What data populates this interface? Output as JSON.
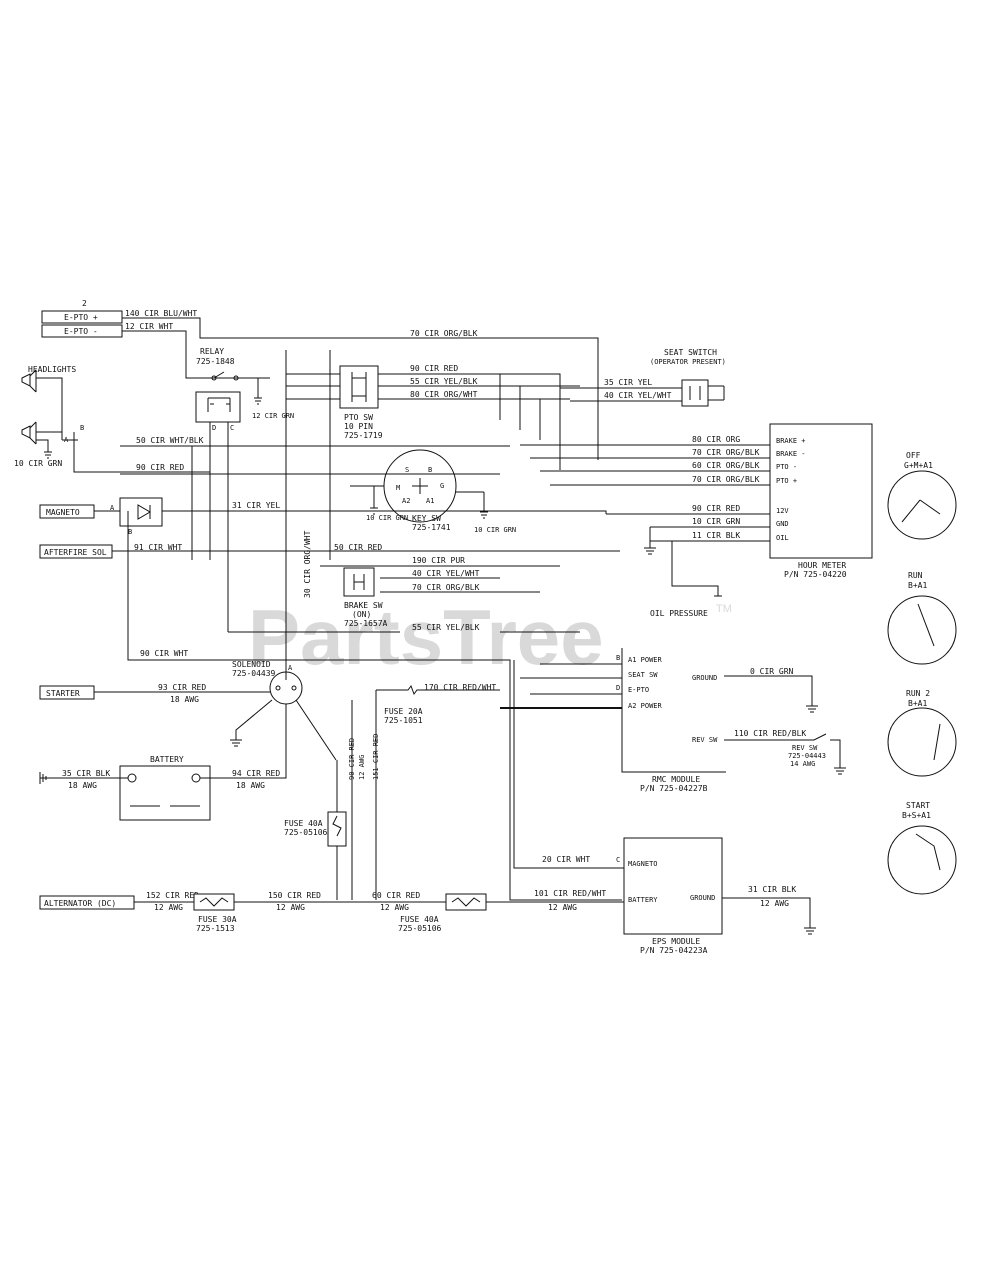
{
  "watermark": {
    "text": "PartsTree",
    "tm": "TM"
  },
  "top_left": {
    "num": "2",
    "eptoplus": "E-PTO +",
    "eptominus": "E-PTO -",
    "w1": "140 CIR BLU/WHT",
    "w2": "12 CIR WHT"
  },
  "headlights": {
    "label": "HEADLIGHTS",
    "wire": "10 CIR GRN",
    "pin_a": "A",
    "pin_b": "B"
  },
  "relay": {
    "label": "RELAY",
    "pn": "725-1848",
    "w": "12 CIR GRN",
    "pin_d": "D",
    "pin_c": "C"
  },
  "wires_top": {
    "w70a": "70 CIR ORG/BLK",
    "w90a": "90 CIR RED",
    "w55a": "55 CIR YEL/BLK",
    "w80": "80 CIR ORG/WHT",
    "w35": "35 CIR YEL",
    "w40": "40 CIR YEL/WHT"
  },
  "pto_sw": {
    "label": "PTO SW",
    "tag": "10 PIN",
    "pn": "725-1719"
  },
  "seat_switch": {
    "label": "SEAT SWITCH",
    "sub": "(OPERATOR PRESENT)"
  },
  "hour_meter": {
    "pins": [
      "BRAKE +",
      "BRAKE -",
      "PTO -",
      "PTO +",
      "12V",
      "GND",
      "OIL"
    ],
    "title": "HOUR METER",
    "pn": "P/N 725-04220"
  },
  "hm_wires": {
    "w1": "80 CIR ORG",
    "w2": "70 CIR ORG/BLK",
    "w3": "60 CIR ORG/BLK",
    "w4": "70 CIR ORG/BLK",
    "w5": "90 CIR RED",
    "w6": "10 CIR GRN",
    "w7": "11 CIR BLK"
  },
  "left_wires": {
    "w50": "50 CIR WHT/BLK",
    "w90": "90 CIR RED",
    "w31": "31 CIR YEL",
    "w91": "91 CIR WHT",
    "w90b": "90 CIR WHT",
    "w30": "30 CIR ORG/WHT"
  },
  "magneto": {
    "label": "MAGNETO",
    "pin": "A"
  },
  "afterfire": {
    "label": "AFTERFIRE SOL",
    "pin": "A",
    "pin_b": "B"
  },
  "key_sw": {
    "label": "KEY SW",
    "pn": "725-1741",
    "w1": "10 CIR GRN",
    "w2": "10 CIR GRN"
  },
  "mid_wires": {
    "w50": "50 CIR RED",
    "w190": "190 CIR PUR",
    "w40": "40 CIR YEL/WHT",
    "w70": "70 CIR ORG/BLK",
    "w55": "55 CIR YEL/BLK"
  },
  "brake_sw": {
    "label": "BRAKE SW",
    "tag": "(ON)",
    "pn": "725-1657A"
  },
  "oil_pressure": {
    "label": "OIL PRESSURE"
  },
  "rmc": {
    "pins": [
      "A1 POWER",
      "SEAT SW",
      "E-PTO",
      "A2 POWER"
    ],
    "pin_letters": [
      "B",
      "",
      "D",
      ""
    ],
    "ground": "GROUND",
    "rev_sw_pin": "REV SW",
    "title": "RMC MODULE",
    "pn": "P/N 725-04227B"
  },
  "rmc_wires": {
    "w0": "0 CIR GRN",
    "w110": "110 CIR RED/BLK",
    "rev_label": "REV SW",
    "rev_pn": "725-04443",
    "rev_awg": "14 AWG"
  },
  "solenoid": {
    "label": "SOLENOID",
    "pn": "725-04439",
    "pin_a": "A"
  },
  "starter": {
    "label": "STARTER",
    "w": "93 CIR RED",
    "awg": "18 AWG"
  },
  "battery": {
    "label": "BATTERY",
    "w1": "35 CIR BLK",
    "awg1": "18 AWG",
    "w2": "94 CIR RED",
    "awg2": "18 AWG"
  },
  "fuse20": {
    "label": "FUSE 20A",
    "pn": "725-1051",
    "w": "170 CIR RED/WHT"
  },
  "fuse40a": {
    "label": "FUSE 40A",
    "pn": "725-05106",
    "w1": "90 CIR RED",
    "awg1": "12 AWG",
    "w2": "151 CIR RED"
  },
  "eps": {
    "pins": [
      "MAGNETO",
      "BATTERY",
      "GROUND"
    ],
    "pin_c": "C",
    "title": "EPS MODULE",
    "pn": "P/N 725-04223A"
  },
  "eps_wires": {
    "w20": "20 CIR WHT",
    "w101": "101 CIR RED/WHT",
    "awg101": "12 AWG",
    "w31": "31 CIR BLK",
    "awg31": "12 AWG"
  },
  "bottom": {
    "alternator": "ALTERNATOR (DC)",
    "w152": "152 CIR RED",
    "awg152": "12 AWG",
    "fuse30": "FUSE 30A",
    "fuse30pn": "725-1513",
    "w150": "150 CIR RED",
    "awg150": "12 AWG",
    "w60": "60 CIR RED",
    "awg60": "12 AWG",
    "fuse40b": "FUSE 40A",
    "fuse40bpn": "725-05106"
  },
  "key_positions": [
    {
      "title": "OFF",
      "sub": "G+M+A1"
    },
    {
      "title": "RUN",
      "sub": "B+A1"
    },
    {
      "title": "RUN 2",
      "sub": "B+A1"
    },
    {
      "title": "START",
      "sub": "B+S+A1"
    }
  ]
}
